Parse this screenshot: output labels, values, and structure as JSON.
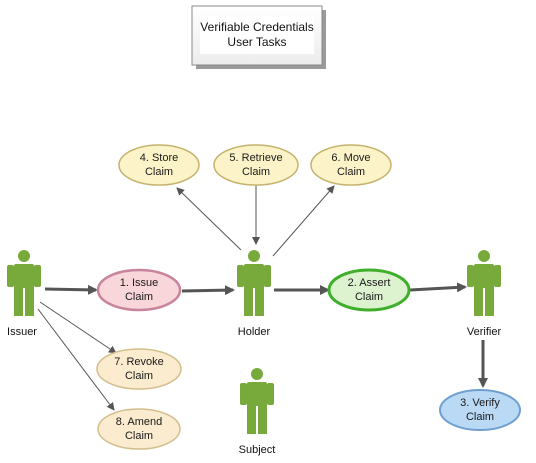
{
  "title": {
    "line1": "Verifiable Credentials",
    "line2": "User Tasks"
  },
  "actors": {
    "issuer": "Issuer",
    "holder": "Holder",
    "verifier": "Verifier",
    "subject": "Subject"
  },
  "use_cases": {
    "issue": {
      "line1": "1. Issue",
      "line2": "Claim"
    },
    "assert": {
      "line1": "2. Assert",
      "line2": "Claim"
    },
    "verify": {
      "line1": "3. Verify",
      "line2": "Claim"
    },
    "store": {
      "line1": "4. Store",
      "line2": "Claim"
    },
    "retrieve": {
      "line1": "5. Retrieve",
      "line2": "Claim"
    },
    "move": {
      "line1": "6. Move",
      "line2": "Claim"
    },
    "revoke": {
      "line1": "7. Revoke",
      "line2": "Claim"
    },
    "amend": {
      "line1": "8. Amend",
      "line2": "Claim"
    }
  },
  "colors": {
    "actor": "#77AA3A",
    "issue_fill": "#F8D6DA",
    "issue_stroke": "#C7849B",
    "assert_fill": "#DDF3D0",
    "assert_stroke": "#3FAE2A",
    "verify_fill": "#B9D9F5",
    "verify_stroke": "#6F9FD0",
    "storage_fill": "#FCF4C8",
    "storage_stroke": "#C4B36E",
    "revoke_fill": "#FBEBCF",
    "revoke_stroke": "#D4BE8C",
    "arrow": "#555555"
  }
}
